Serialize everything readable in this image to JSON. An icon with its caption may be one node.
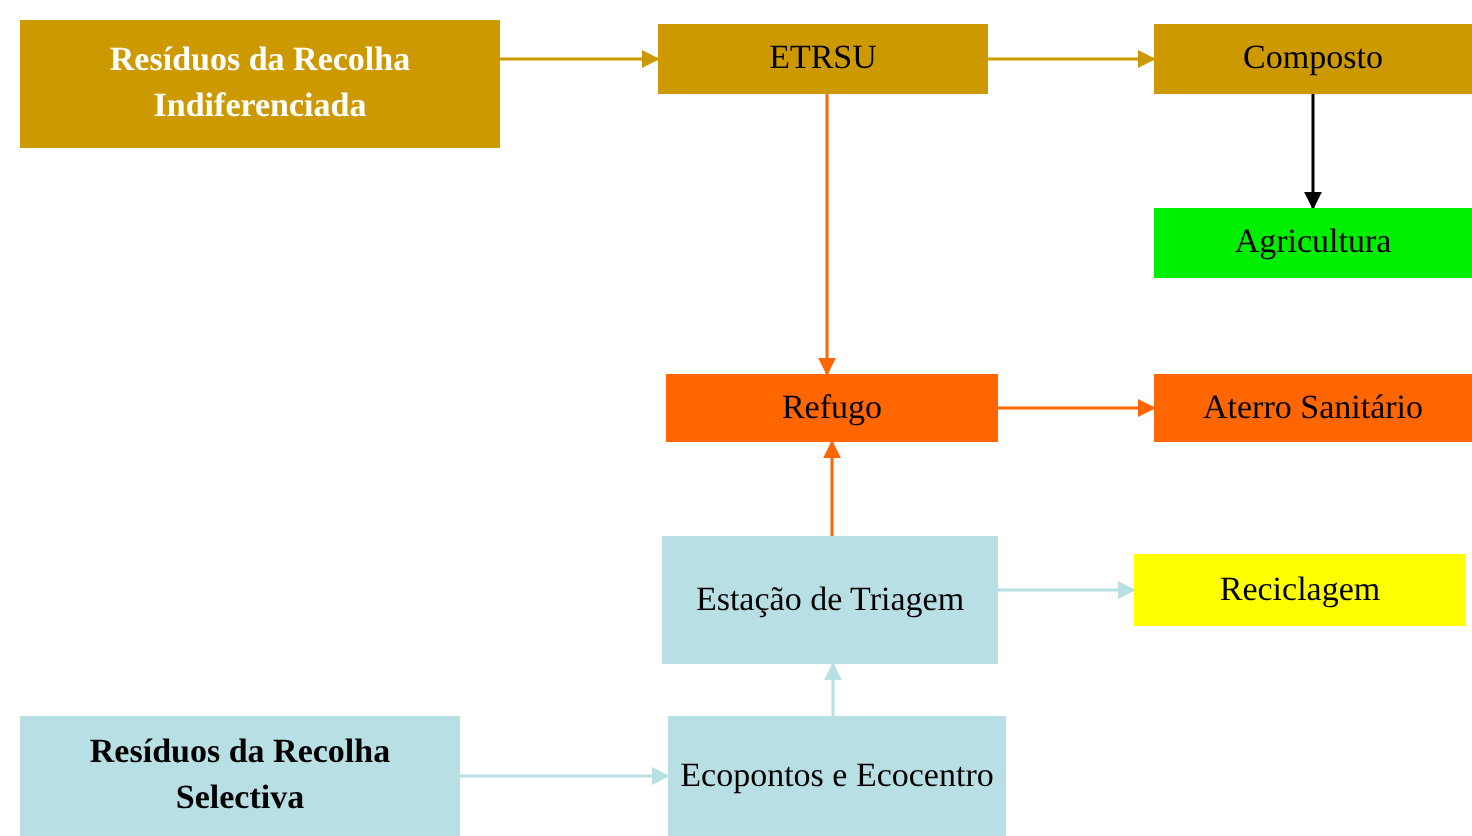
{
  "diagram": {
    "nodes": [
      {
        "text": [
          "Resíduos da Recolha Indiferenciada"
        ]
      },
      {
        "text": [
          "ETRSU"
        ]
      },
      {
        "text": [
          "Composto"
        ]
      },
      {
        "text": [
          "Agricultura"
        ]
      },
      {
        "text": [
          "Refugo"
        ]
      },
      {
        "text": [
          "Aterro Sanitário"
        ]
      },
      {
        "text": [
          "Estação de Triagem"
        ]
      },
      {
        "text": [
          "Reciclagem"
        ]
      },
      {
        "text": [
          "Resíduos da Recolha Selectiva"
        ]
      },
      {
        "text": [
          "Ecopontos e Ecocentro"
        ]
      }
    ],
    "edges": [
      {
        "from": 0,
        "to": 1,
        "arrow": "to",
        "color": "#cc9900"
      },
      {
        "from": 1,
        "to": 2,
        "arrow": "to",
        "color": "#cc9900"
      },
      {
        "from": 2,
        "to": 3,
        "arrow": "to",
        "color": "#000000"
      },
      {
        "from": 1,
        "to": 4,
        "arrow": "to",
        "color": "#ff6600"
      },
      {
        "from": 4,
        "to": 5,
        "arrow": "to",
        "color": "#ff6600"
      },
      {
        "from": 6,
        "to": 4,
        "arrow": "to",
        "color": "#ff6600"
      },
      {
        "from": 6,
        "to": 7,
        "arrow": "to",
        "color": "#b8dfe3"
      },
      {
        "from": 9,
        "to": 6,
        "arrow": "to",
        "color": "#b8dfe3"
      },
      {
        "from": 8,
        "to": 9,
        "arrow": "to",
        "color": "#b8dfe3"
      }
    ]
  }
}
